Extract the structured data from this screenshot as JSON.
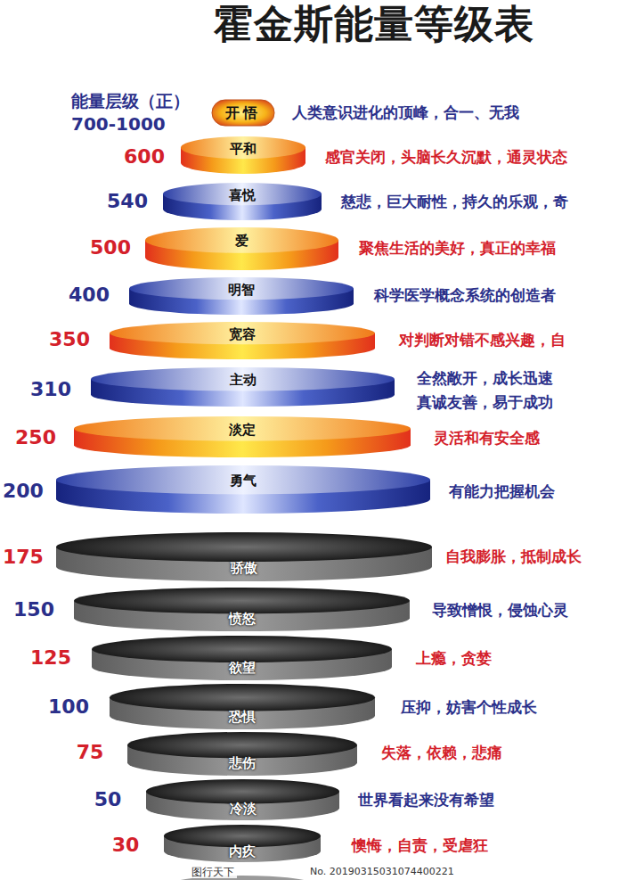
{
  "diagram": {
    "title": "霍金斯能量等级表",
    "nodes": [
      {
        "text": [
          "开悟"
        ]
      },
      {
        "text": [
          "平和"
        ]
      },
      {
        "text": [
          "喜悦"
        ]
      },
      {
        "text": [
          "爱"
        ]
      },
      {
        "text": [
          "明智"
        ]
      },
      {
        "text": [
          "宽容"
        ]
      },
      {
        "text": [
          "主动"
        ]
      },
      {
        "text": [
          "淡定"
        ]
      },
      {
        "text": [
          "勇气"
        ]
      },
      {
        "text": [
          "骄傲"
        ]
      },
      {
        "text": [
          "愤怒"
        ]
      },
      {
        "text": [
          "欲望"
        ]
      },
      {
        "text": [
          "恐惧"
        ]
      },
      {
        "text": [
          "悲伤"
        ]
      },
      {
        "text": [
          "冷淡"
        ]
      },
      {
        "text": [
          "内疚"
        ]
      }
    ],
    "labels": [
      "能量层级（正）",
      "700-1000",
      "人类意识进化的顶峰，合一、无我",
      "600",
      "感官关闭，头脑长久沉默，通灵状态",
      "540",
      "慈悲，巨大耐性，持久的乐观，奇",
      "500",
      "聚焦生活的美好，真正的幸福",
      "400",
      "科学医学概念系统的创造者",
      "350",
      "对判断对错不感兴趣，自",
      "310",
      "全然敞开，成长迅速",
      "真诚友善，易于成功",
      "250",
      "灵活和有安全感",
      "200",
      "有能力把握机会",
      "175",
      "自我膨胀，抵制成长",
      "150",
      "导致憎恨，侵蚀心灵",
      "125",
      "上瘾，贪婪",
      "100",
      "压抑，妨害个性成长",
      "75",
      "失落，依赖，悲痛",
      "50",
      "世界看起来没有希望",
      "30",
      "懊悔，自责，受虐狂",
      "图行天下",
      "No. 20190315031074400221"
    ]
  }
}
